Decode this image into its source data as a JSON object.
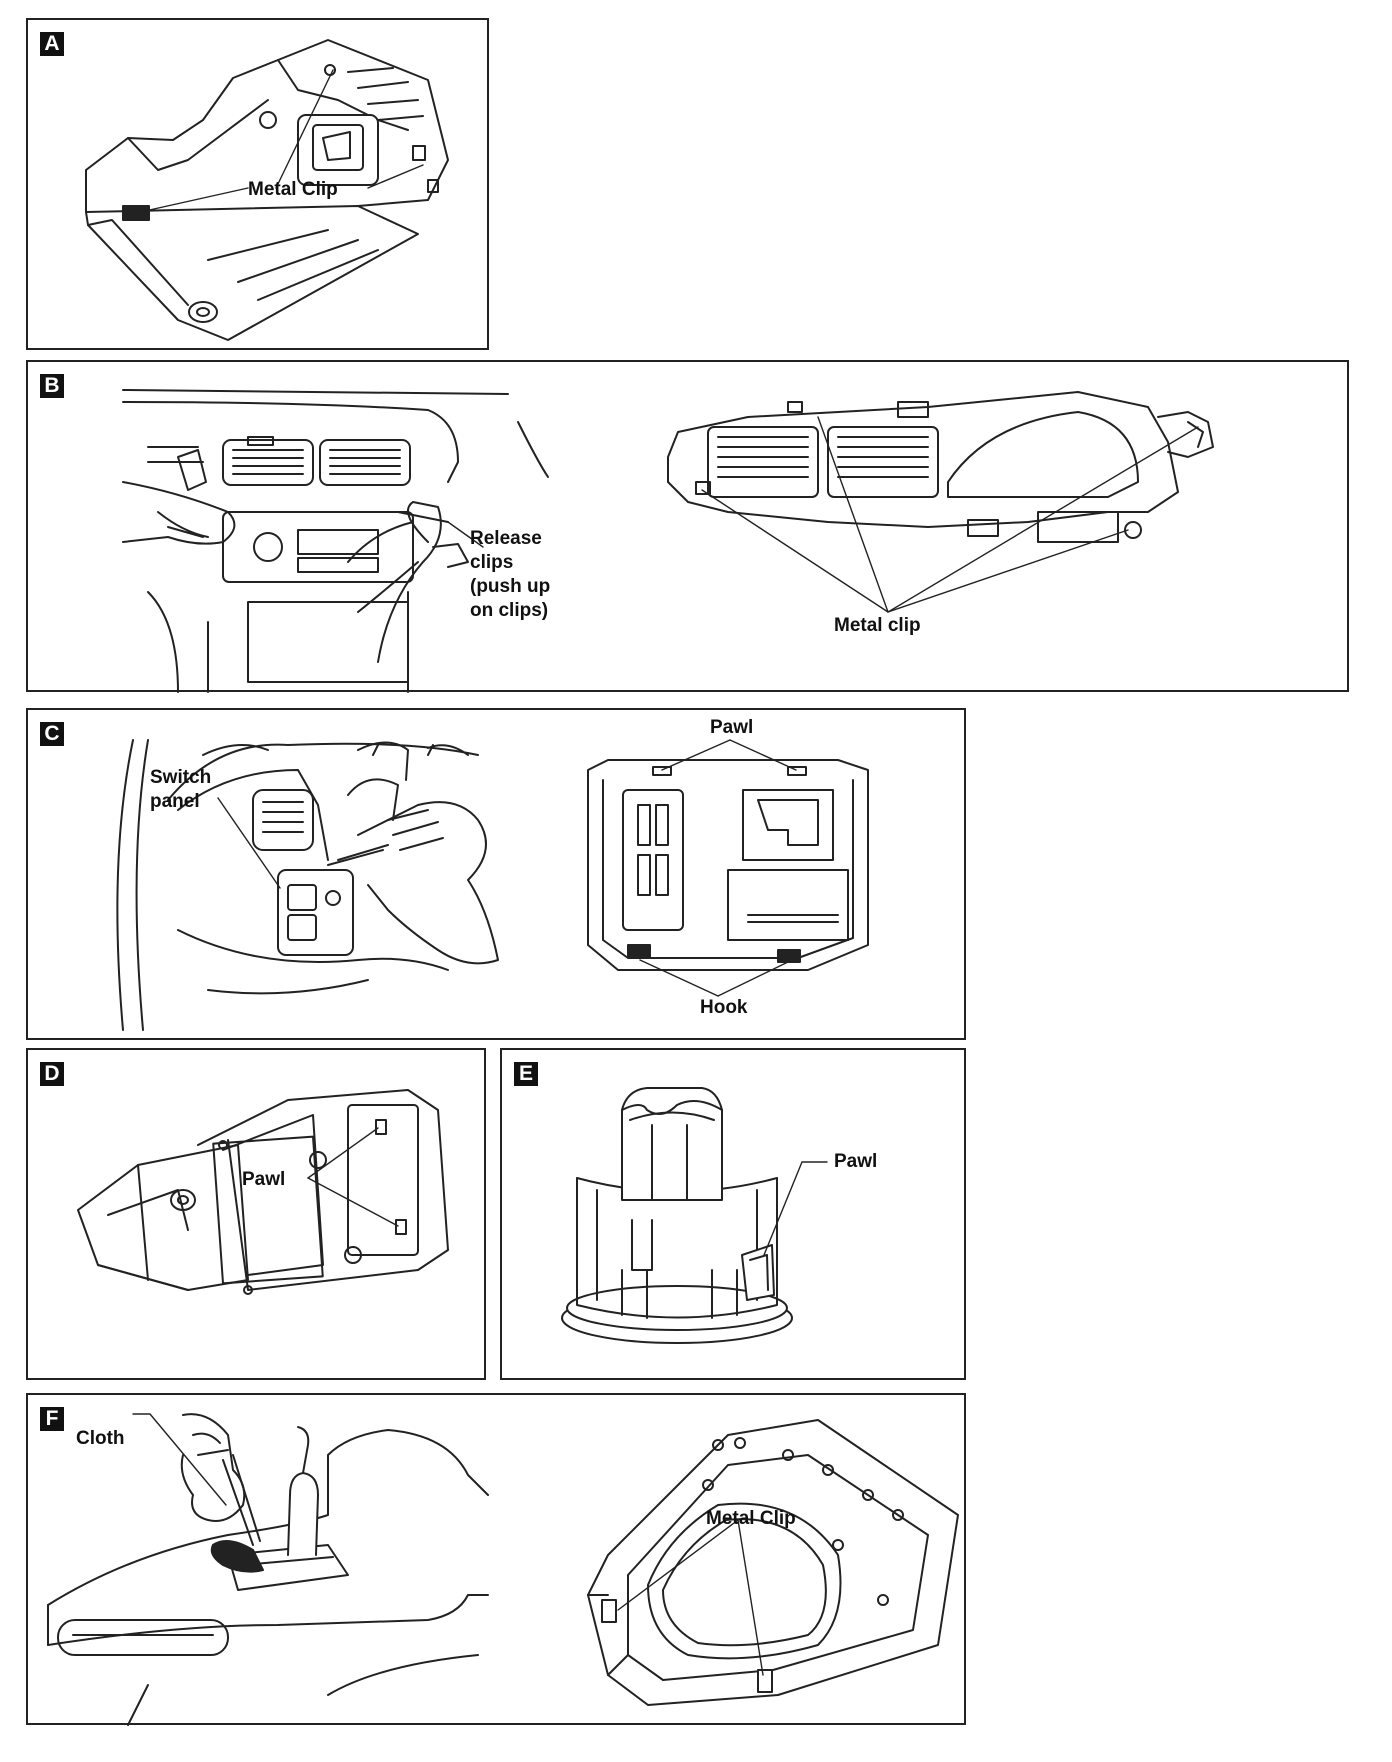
{
  "panels": {
    "A": {
      "tag": "A",
      "labels": {
        "metal_clip": "Metal Clip"
      }
    },
    "B": {
      "tag": "B",
      "labels": {
        "release_clips": "Release\nclips\n(push up\non clips)",
        "metal_clip": "Metal clip"
      }
    },
    "C": {
      "tag": "C",
      "labels": {
        "switch_panel": "Switch\npanel",
        "pawl": "Pawl",
        "hook": "Hook"
      }
    },
    "D": {
      "tag": "D",
      "labels": {
        "pawl": "Pawl"
      }
    },
    "E": {
      "tag": "E",
      "labels": {
        "pawl": "Pawl"
      }
    },
    "F": {
      "tag": "F",
      "labels": {
        "cloth": "Cloth",
        "metal_clip": "Metal Clip"
      }
    }
  },
  "colors": {
    "line": "#222222",
    "background": "#ffffff",
    "tag_fill": "#111111"
  }
}
